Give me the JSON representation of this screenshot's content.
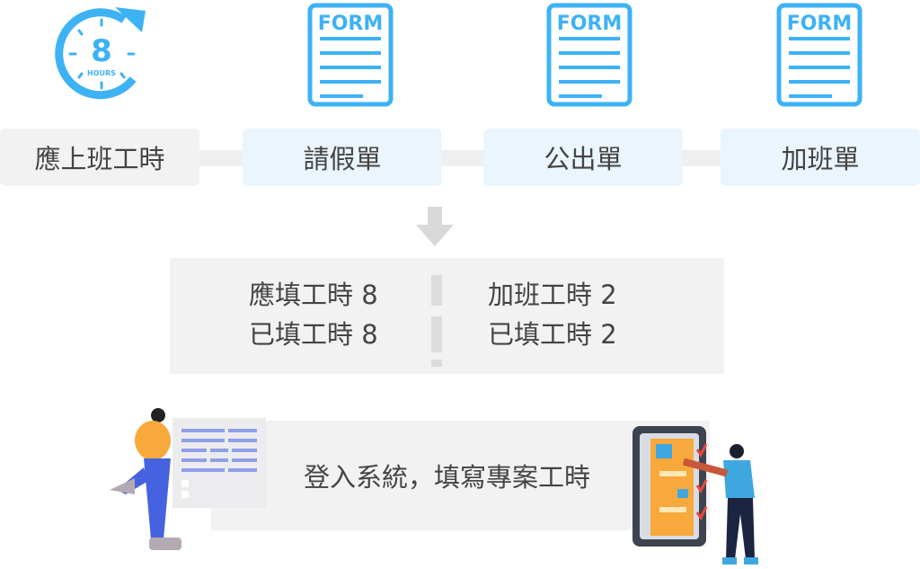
{
  "colors": {
    "accent": "#3db2f5",
    "gray_box": "#f2f2f2",
    "blue_box": "#eaf5fd",
    "text": "#444444"
  },
  "icons": {
    "clock": {
      "number": "8",
      "caption": "HOURS"
    },
    "form_label": "FORM"
  },
  "steps": [
    {
      "label": "應上班工時"
    },
    {
      "label": "請假單"
    },
    {
      "label": "公出單"
    },
    {
      "label": "加班單"
    }
  ],
  "summary": {
    "left": [
      "應填工時 8",
      "已填工時 8"
    ],
    "right": [
      "加班工時 2",
      "已填工時 2"
    ]
  },
  "footer": {
    "label": "登入系統，填寫專案工時"
  }
}
